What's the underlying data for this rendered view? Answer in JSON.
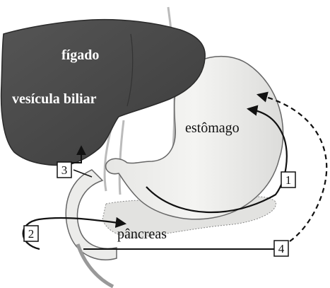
{
  "labels": {
    "liver": "fígado",
    "gallbladder": "vesícula biliar",
    "stomach": "estômago",
    "pancreas": "pâncreas"
  },
  "markers": {
    "m1": "1",
    "m2": "2",
    "m3": "3",
    "m4": "4"
  },
  "colors": {
    "liver": "#4a4a4a",
    "organ_light": "#f0f0ee",
    "outline": "#555555",
    "arrow": "#111111"
  }
}
